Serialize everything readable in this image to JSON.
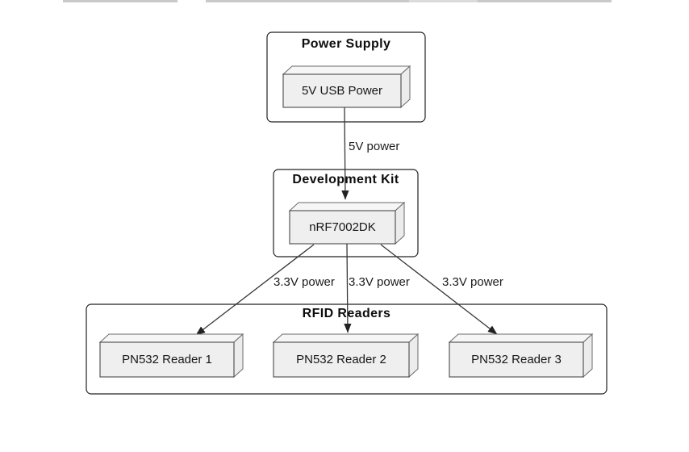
{
  "colors": {
    "node_front_fill": "#efefef",
    "node_top_fill": "#f6f6f6",
    "node_side_fill": "#ececec",
    "node_border": "#4a4a4a",
    "cluster_border": "#222222",
    "edge_line": "#383838",
    "text": "#111111",
    "top_fragment_gray": "#c9c9c9"
  },
  "diagram": {
    "clusters": [
      {
        "title": "Power Supply"
      },
      {
        "title": "Development Kit"
      },
      {
        "title": "RFID Readers"
      }
    ],
    "nodes": [
      {
        "label": "5V USB Power"
      },
      {
        "label": "nRF7002DK"
      },
      {
        "label": "PN532 Reader 1"
      },
      {
        "label": "PN532 Reader 2"
      },
      {
        "label": "PN532 Reader 3"
      }
    ],
    "edges": [
      {
        "from": "5V USB Power",
        "to": "nRF7002DK",
        "label": "5V power"
      },
      {
        "from": "nRF7002DK",
        "to": "PN532 Reader 1",
        "label": "3.3V power"
      },
      {
        "from": "nRF7002DK",
        "to": "PN532 Reader 2",
        "label": "3.3V power"
      },
      {
        "from": "nRF7002DK",
        "to": "PN532 Reader 3",
        "label": "3.3V power"
      }
    ]
  }
}
